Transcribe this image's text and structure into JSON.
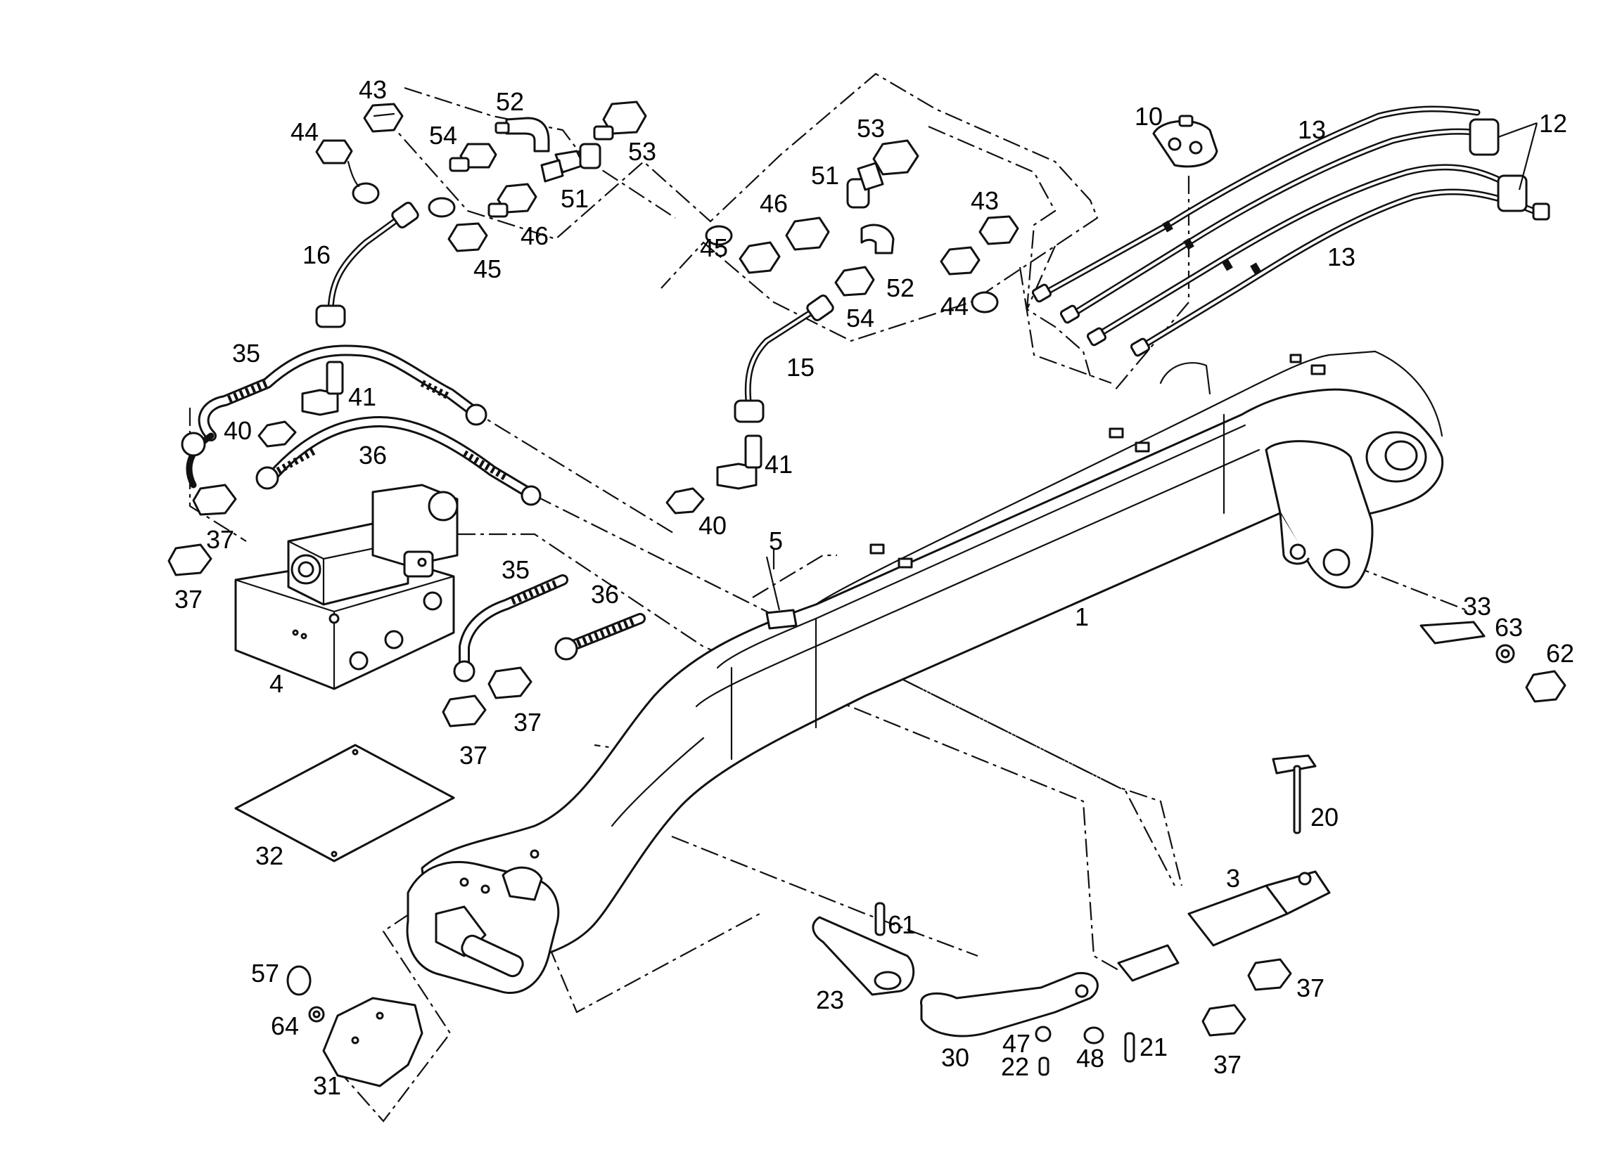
{
  "diagram": {
    "callouts": [
      "1",
      "3",
      "4",
      "5",
      "10",
      "12",
      "13",
      "13",
      "15",
      "16",
      "20",
      "21",
      "22",
      "23",
      "30",
      "31",
      "32",
      "33",
      "35",
      "35",
      "36",
      "36",
      "37",
      "37",
      "37",
      "37",
      "37",
      "37",
      "40",
      "40",
      "41",
      "41",
      "43",
      "43",
      "44",
      "44",
      "45",
      "45",
      "46",
      "46",
      "47",
      "48",
      "51",
      "51",
      "52",
      "52",
      "53",
      "53",
      "54",
      "54",
      "57",
      "61",
      "62",
      "63",
      "64"
    ]
  }
}
